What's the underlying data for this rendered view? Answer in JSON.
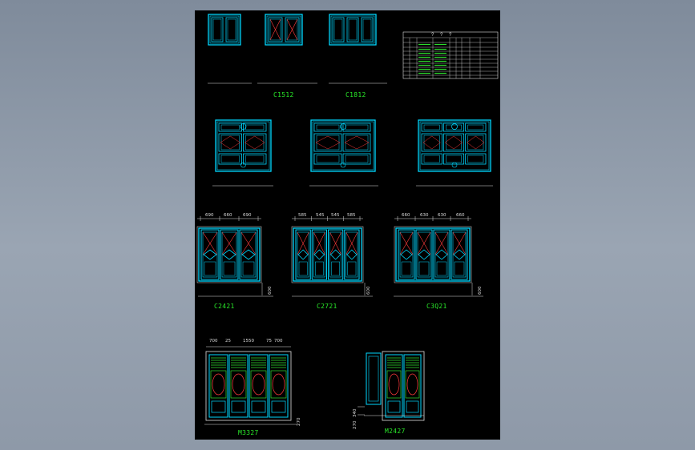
{
  "drawing": {
    "labels": {
      "c1512": "C1512",
      "c1812": "C1812",
      "c2421": "C2421",
      "c2721": "C2721",
      "c3021": "C3Q21",
      "m3327": "M3327",
      "m2427": "M2427"
    },
    "dims": {
      "c2421": [
        "690",
        "660",
        "690"
      ],
      "c2421_v": "600",
      "c2721": [
        "585",
        "545",
        "545",
        "585"
      ],
      "c2721_v": "600",
      "c3021": [
        "660",
        "630",
        "630",
        "660"
      ],
      "c3021_v": "600",
      "m3327": [
        "700",
        "25",
        "1550",
        "75",
        "700"
      ],
      "m3327_v": "270",
      "m2427_v": [
        "270",
        "340"
      ]
    },
    "table": {
      "title": "? ? ?"
    },
    "colors": {
      "frame": "#00d8ff",
      "label": "#29e829",
      "accent": "#ff3b3b",
      "dim": "#e0e0e0"
    }
  }
}
